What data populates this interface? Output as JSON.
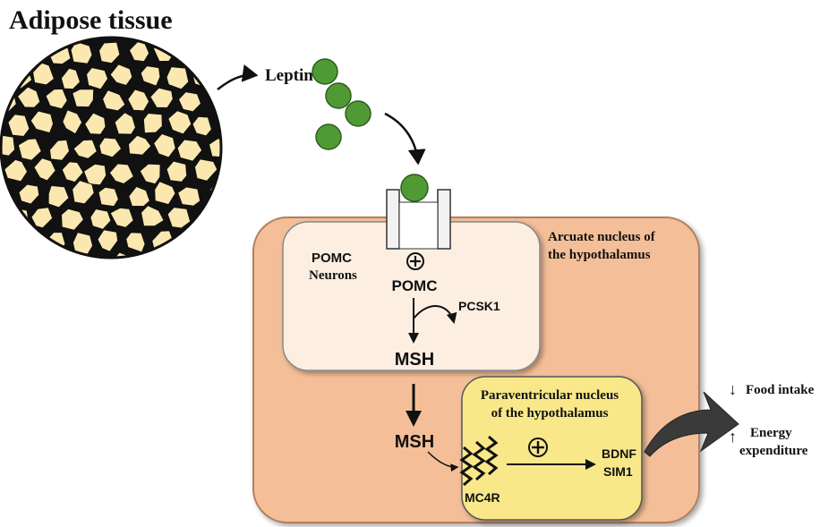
{
  "title": "Adipose tissue",
  "labels": {
    "leptin": "Leptin",
    "arcuate_line1": "Arcuate nucleus of",
    "arcuate_line2": "the hypothalamus",
    "pomc_neurons_line1": "POMC",
    "pomc_neurons_line2": "Neurons",
    "pomc": "POMC",
    "pcsk1": "PCSK1",
    "msh_inner": "MSH",
    "msh_outer": "MSH",
    "pvn_line1": "Paraventricular nucleus",
    "pvn_line2": "of the hypothalamus",
    "mc4r": "MC4R",
    "bdnf": "BDNF",
    "sim1": "SIM1",
    "food_intake": "Food intake",
    "energy_line1": "Energy",
    "energy_line2": "expenditure",
    "plus_symbol": "+"
  },
  "colors": {
    "fat_cell": "#fbe8b0",
    "leptin": "#4f9a35",
    "arcuate": "#f4bf98",
    "pomc_box": "#fcefe2",
    "pvn_box": "#f8e88a",
    "outline": "#1a1a1a"
  }
}
